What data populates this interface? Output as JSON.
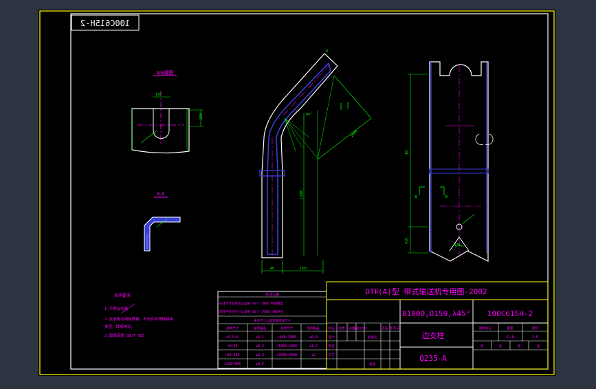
{
  "colors": {
    "app_bg": "#2b3440",
    "paper": "#000000",
    "border": "#ffff00",
    "outline": "#ffffff",
    "dim": "#00ff00",
    "center": "#ff00ff",
    "fill": "#3a3fd8"
  },
  "stamp": "100C615H-2",
  "views": {
    "section_a_label": "A向视图",
    "section_b_label": "B-B",
    "dims": {
      "d195": "195",
      "d220": "220",
      "d1800": "1800",
      "d40": "40",
      "d65": "(65)",
      "d680": "(680)",
      "d45deg": "45°",
      "d415": "415",
      "d135": "135",
      "dr": "R",
      "d10": "10"
    },
    "b_marker": "B"
  },
  "notes": {
    "heading": "技术要求",
    "lines": [
      "1.不得有毛刺",
      "2.支承板与钢板焊接，不允许有焊接缺陷",
      "   夹渣，焊接咬边。",
      "3.焊缝高度 GB/T 985"
    ]
  },
  "tol_table": {
    "title": "未注公差",
    "subtitle": "未注尺寸公差及钢结构尺寸",
    "note1": "未注尺寸及形位公差按 GB/T 1804 中级精度",
    "note2": "焊接件未注尺寸公差按 GB/T 19804 B级执行",
    "headers": [
      "基本尺寸",
      "极限偏差",
      "基本尺寸",
      "极限偏差"
    ],
    "rows": [
      [
        ">0.5~6",
        "±0.1",
        ">400~1000",
        "±0.8"
      ],
      [
        ">6~30",
        "±0.2",
        ">1000~2000",
        "±1.2"
      ],
      [
        ">30~120",
        "±0.3",
        ">2000~4000",
        "±2"
      ],
      [
        ">120~400",
        "±0.5",
        "",
        ""
      ]
    ]
  },
  "title_block": {
    "main_title": "DTⅡ(A)型  带式输送机专用图-2002",
    "spec": "B1000,D159,λ45°",
    "drawing_no": "100C615H-2",
    "part_name": "边支柱",
    "material": "Q235-A",
    "sign_labels": [
      "标记",
      "处数",
      "分区",
      "更改文件号",
      "签名",
      "年月日"
    ],
    "role_labels": [
      "设计",
      "审核",
      "工艺",
      "标准化",
      "批准"
    ],
    "right_labels": [
      "图样标记",
      "重量",
      "比例"
    ],
    "weight": "41.8",
    "scale": "1:5",
    "sheet_labels": [
      "共",
      "张",
      "第",
      "张"
    ]
  }
}
